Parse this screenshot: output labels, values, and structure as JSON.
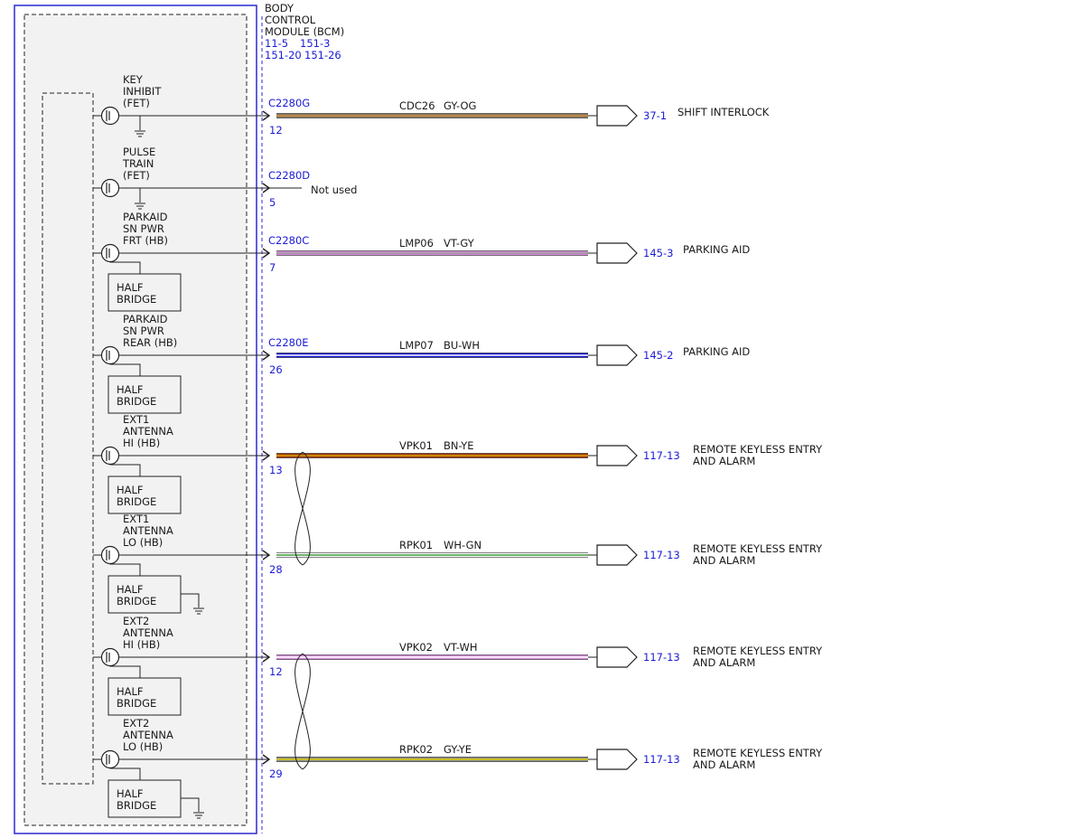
{
  "module": {
    "title_lines": [
      "BODY",
      "CONTROL",
      "MODULE (BCM)"
    ],
    "refs": [
      "11-5",
      "151-3",
      "151-20",
      "151-26"
    ]
  },
  "circuits": [
    {
      "id": "c1",
      "label_lines": [
        "KEY",
        "INHIBIT",
        "(FET)"
      ],
      "connector": "C2280G",
      "pin": "12",
      "circuit": "CDC26",
      "wire_color": "GY-OG",
      "colors": [
        "#8a7a66",
        "#c98a3c"
      ],
      "dest_ref": "37-1",
      "dest_lines": [
        "SHIFT INTERLOCK"
      ],
      "device": "fet",
      "used": true
    },
    {
      "id": "c2",
      "label_lines": [
        "PULSE",
        "TRAIN",
        "(FET)"
      ],
      "connector": "C2280D",
      "pin": "5",
      "note": "Not used",
      "device": "fet",
      "used": false
    },
    {
      "id": "c3",
      "label_lines": [
        "PARKAID",
        "SN PWR",
        "FRT (HB)"
      ],
      "connector": "C2280C",
      "pin": "7",
      "circuit": "LMP06",
      "wire_color": "VT-GY",
      "colors": [
        "#d58ad9",
        "#9a9a9a"
      ],
      "dest_ref": "145-3",
      "dest_lines": [
        "PARKING AID"
      ],
      "device": "half-bridge",
      "box_lines": [
        "HALF",
        "BRIDGE"
      ],
      "used": true
    },
    {
      "id": "c4",
      "label_lines": [
        "PARKAID",
        "SN PWR",
        "REAR (HB)"
      ],
      "connector": "C2280E",
      "pin": "26",
      "circuit": "LMP07",
      "wire_color": "BU-WH",
      "colors": [
        "#1a1ad0",
        "#ffffff"
      ],
      "dest_ref": "145-2",
      "dest_lines": [
        "PARKING AID"
      ],
      "device": "half-bridge",
      "box_lines": [
        "HALF",
        "BRIDGE"
      ],
      "used": true
    },
    {
      "id": "c5",
      "label_lines": [
        "EXT1",
        "ANTENNA",
        "HI (HB)"
      ],
      "pin": "13",
      "circuit": "VPK01",
      "wire_color": "BN-YE",
      "colors": [
        "#9a3a14",
        "#e0a000"
      ],
      "dest_ref": "117-13",
      "dest_lines": [
        "REMOTE KEYLESS ENTRY",
        "AND ALARM"
      ],
      "device": "half-bridge",
      "box_lines": [
        "HALF",
        "BRIDGE"
      ],
      "used": true
    },
    {
      "id": "c6",
      "label_lines": [
        "EXT1",
        "ANTENNA",
        "LO (HB)"
      ],
      "pin": "28",
      "circuit": "RPK01",
      "wire_color": "WH-GN",
      "colors": [
        "#ffffff",
        "#3a9a3a"
      ],
      "dest_ref": "117-13",
      "dest_lines": [
        "REMOTE KEYLESS ENTRY",
        "AND ALARM"
      ],
      "device": "half-bridge-ground",
      "box_lines": [
        "HALF",
        "BRIDGE"
      ],
      "used": true
    },
    {
      "id": "c7",
      "label_lines": [
        "EXT2",
        "ANTENNA",
        "HI (HB)"
      ],
      "pin": "12",
      "circuit": "VPK02",
      "wire_color": "VT-WH",
      "colors": [
        "#d58ad9",
        "#ffffff"
      ],
      "dest_ref": "117-13",
      "dest_lines": [
        "REMOTE KEYLESS ENTRY",
        "AND ALARM"
      ],
      "device": "half-bridge",
      "box_lines": [
        "HALF",
        "BRIDGE"
      ],
      "used": true
    },
    {
      "id": "c8",
      "label_lines": [
        "EXT2",
        "ANTENNA",
        "LO (HB)"
      ],
      "pin": "29",
      "circuit": "RPK02",
      "wire_color": "GY-YE",
      "colors": [
        "#8a8a8a",
        "#e0d000"
      ],
      "dest_ref": "117-13",
      "dest_lines": [
        "REMOTE KEYLESS ENTRY",
        "AND ALARM"
      ],
      "device": "half-bridge-ground",
      "box_lines": [
        "HALF",
        "BRIDGE"
      ],
      "used": true
    }
  ],
  "twisted_pairs": [
    [
      "c5",
      "c6"
    ],
    [
      "c7",
      "c8"
    ]
  ]
}
